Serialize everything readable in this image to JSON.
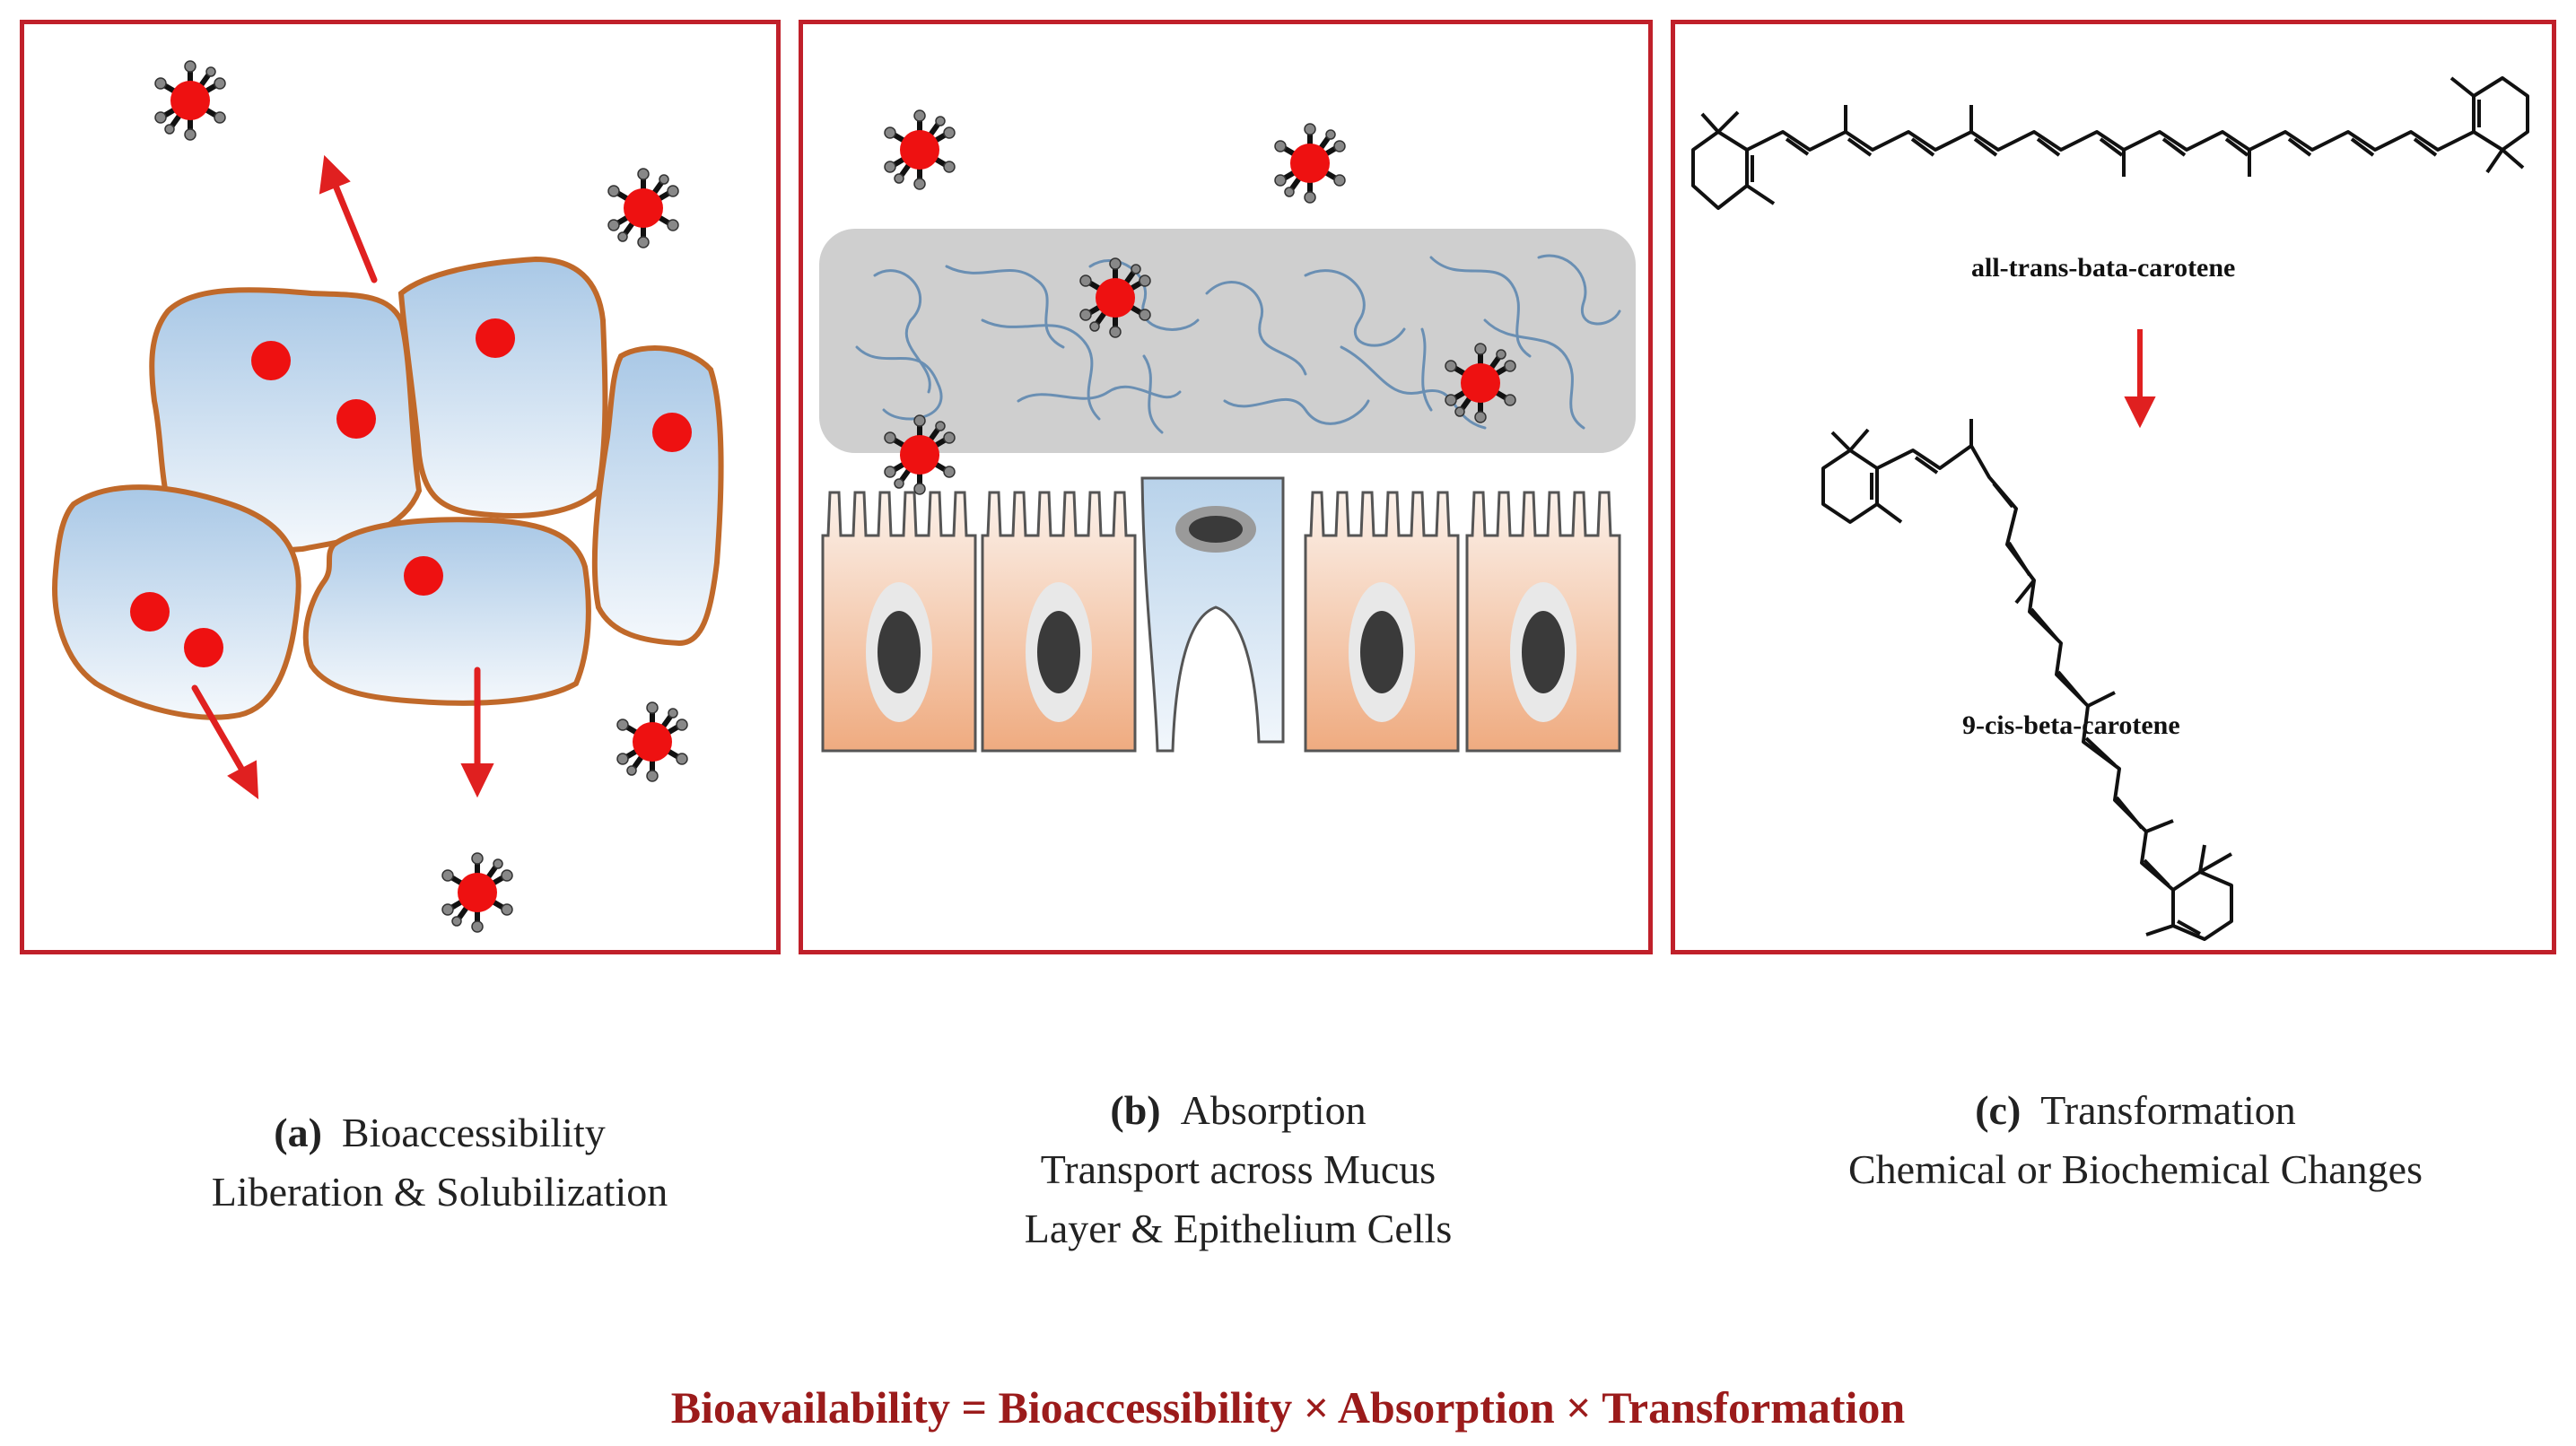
{
  "panels": {
    "a": {
      "tag": "(a)",
      "title": "Bioaccessibility",
      "subtitle": "Liberation & Solubilization"
    },
    "b": {
      "tag": "(b)",
      "title": "Absorption",
      "line2": "Transport across Mucus",
      "line3": "Layer & Epithelium Cells"
    },
    "c": {
      "tag": "(c)",
      "title": "Transformation",
      "subtitle": "Chemical or Biochemical Changes",
      "molecule_top": "all-trans-bata-carotene",
      "molecule_bottom": "9-cis-beta-carotene"
    }
  },
  "formula": "Bioavailability = Bioaccessibility × Absorption × Transformation",
  "colors": {
    "border": "#c0202a",
    "arrow": "#e02020",
    "formula": "#9b1b1b",
    "cell_outline": "#c0692a",
    "cell_fill": "#c7dcef",
    "mucus": "#cfcfcf",
    "epithelium": "#f0b189"
  }
}
